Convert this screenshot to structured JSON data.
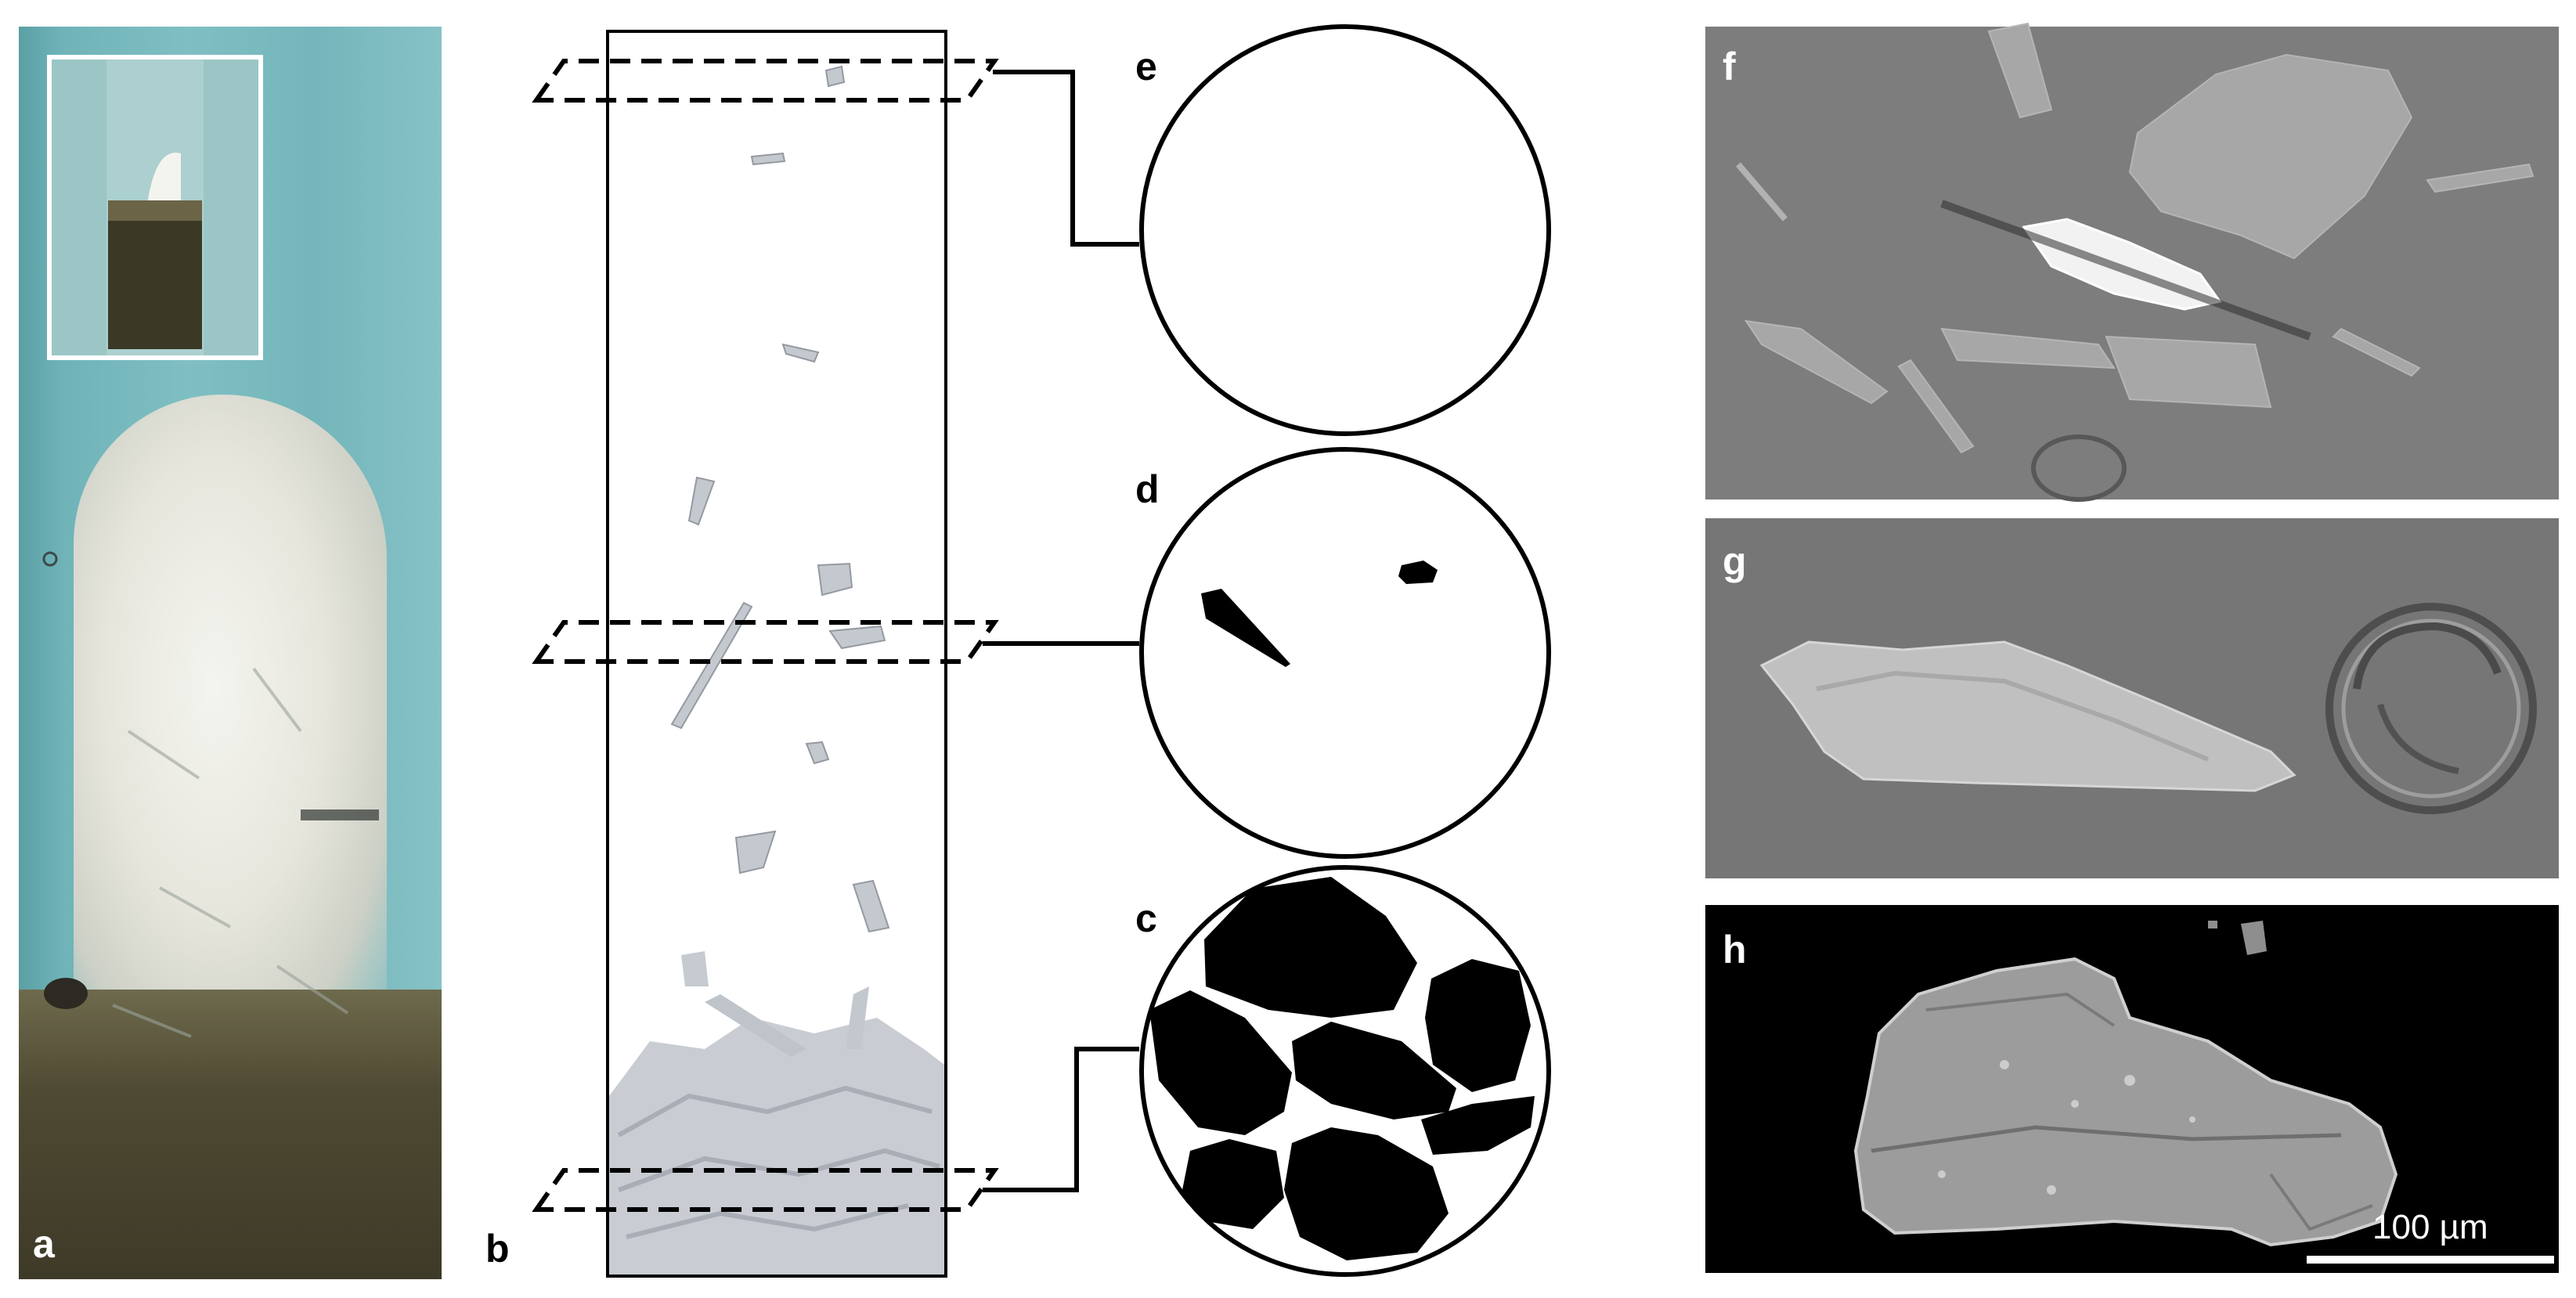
{
  "panel_labels": {
    "a": "a",
    "b": "b",
    "c": "c",
    "d": "d",
    "e": "e",
    "f": "f",
    "g": "g",
    "h": "h"
  },
  "scale_bar": {
    "label": "100 µm"
  },
  "colors": {
    "background": "#ffffff",
    "line": "#000000",
    "sem_gray": "#7b7b7b",
    "sem_dark": "#000000",
    "flake": "#c8ccd3",
    "tube_blue": "#74b6bb"
  }
}
